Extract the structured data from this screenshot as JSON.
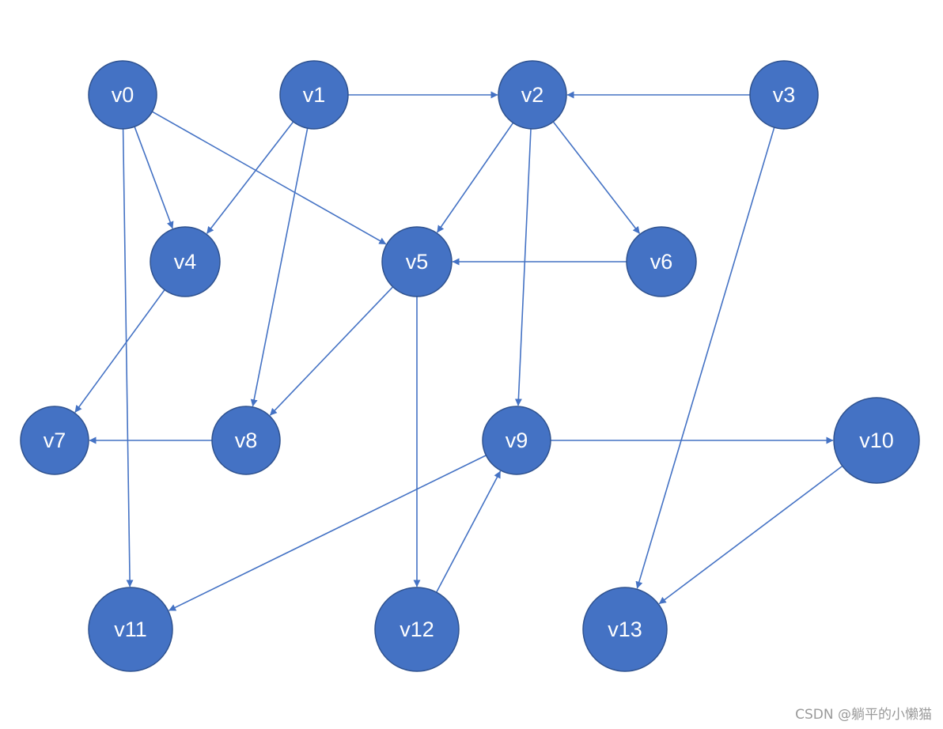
{
  "diagram": {
    "type": "directed-graph",
    "colors": {
      "node_fill": "#4472c4",
      "node_stroke": "#2f528f",
      "edge": "#4472c4",
      "label": "#ffffff"
    },
    "nodes": [
      {
        "id": "v0",
        "label": "v0"
      },
      {
        "id": "v1",
        "label": "v1"
      },
      {
        "id": "v2",
        "label": "v2"
      },
      {
        "id": "v3",
        "label": "v3"
      },
      {
        "id": "v4",
        "label": "v4"
      },
      {
        "id": "v5",
        "label": "v5"
      },
      {
        "id": "v6",
        "label": "v6"
      },
      {
        "id": "v7",
        "label": "v7"
      },
      {
        "id": "v8",
        "label": "v8"
      },
      {
        "id": "v9",
        "label": "v9"
      },
      {
        "id": "v10",
        "label": "v10"
      },
      {
        "id": "v11",
        "label": "v11"
      },
      {
        "id": "v12",
        "label": "v12"
      },
      {
        "id": "v13",
        "label": "v13"
      }
    ],
    "edges": [
      {
        "from": "v0",
        "to": "v4"
      },
      {
        "from": "v0",
        "to": "v5"
      },
      {
        "from": "v0",
        "to": "v11"
      },
      {
        "from": "v1",
        "to": "v2"
      },
      {
        "from": "v1",
        "to": "v4"
      },
      {
        "from": "v1",
        "to": "v8"
      },
      {
        "from": "v2",
        "to": "v5"
      },
      {
        "from": "v2",
        "to": "v6"
      },
      {
        "from": "v2",
        "to": "v9"
      },
      {
        "from": "v3",
        "to": "v2"
      },
      {
        "from": "v3",
        "to": "v13"
      },
      {
        "from": "v4",
        "to": "v7"
      },
      {
        "from": "v5",
        "to": "v8"
      },
      {
        "from": "v5",
        "to": "v12"
      },
      {
        "from": "v6",
        "to": "v5"
      },
      {
        "from": "v8",
        "to": "v7"
      },
      {
        "from": "v9",
        "to": "v10"
      },
      {
        "from": "v9",
        "to": "v11"
      },
      {
        "from": "v10",
        "to": "v13"
      },
      {
        "from": "v12",
        "to": "v9"
      }
    ]
  },
  "watermark": "CSDN @躺平的小懒猫"
}
